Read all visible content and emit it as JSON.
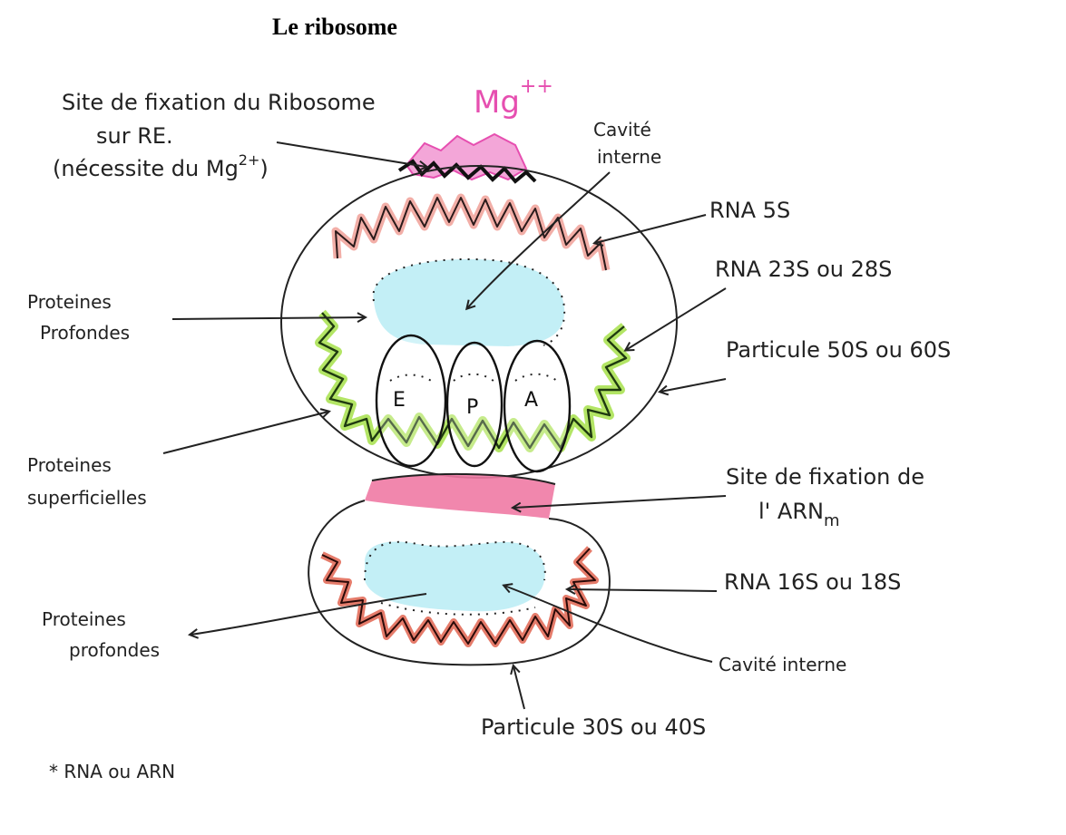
{
  "title": "Le ribosome",
  "labels": {
    "fixation_re_line1": "Site de fixation du Ribosome",
    "fixation_re_line2": "sur RE.",
    "fixation_re_line3": "(nécessite du Mg",
    "fixation_re_sup": "2+",
    "fixation_re_close": ")",
    "mg": "Mg",
    "mg_sup": "++",
    "cavite_top_line1": "Cavité",
    "cavite_top_line2": "interne",
    "rna_5s": "RNA 5S",
    "rna_23s": "RNA 23S ou 28S",
    "proteines_profondes_top_line1": "Proteines",
    "proteines_profondes_top_line2": "Profondes",
    "particule_50s": "Particule 50S ou 60S",
    "proteines_superficielles_line1": "Proteines",
    "proteines_superficielles_line2": "superficielles",
    "site_arnm_line1": "Site de fixation de",
    "site_arnm_line2": "l' ARN",
    "site_arnm_sub": "m",
    "rna_16s": "RNA 16S ou 18S",
    "proteines_profondes_bottom_line1": "Proteines",
    "proteines_profondes_bottom_line2": "profondes",
    "cavite_bottom": "Cavité interne",
    "particule_30s": "Particule 30S ou 40S",
    "footnote": "* RNA ou ARN"
  },
  "sites": {
    "e": "E",
    "p": "P",
    "a": "A"
  },
  "colors": {
    "magnesium": "#e64fb0",
    "rna_5s": "#e07a78",
    "rna_23s": "#8ad12a",
    "rna_16s": "#d04a38",
    "cavity": "#a8e6f2",
    "mrna_site": "#e8467a"
  }
}
